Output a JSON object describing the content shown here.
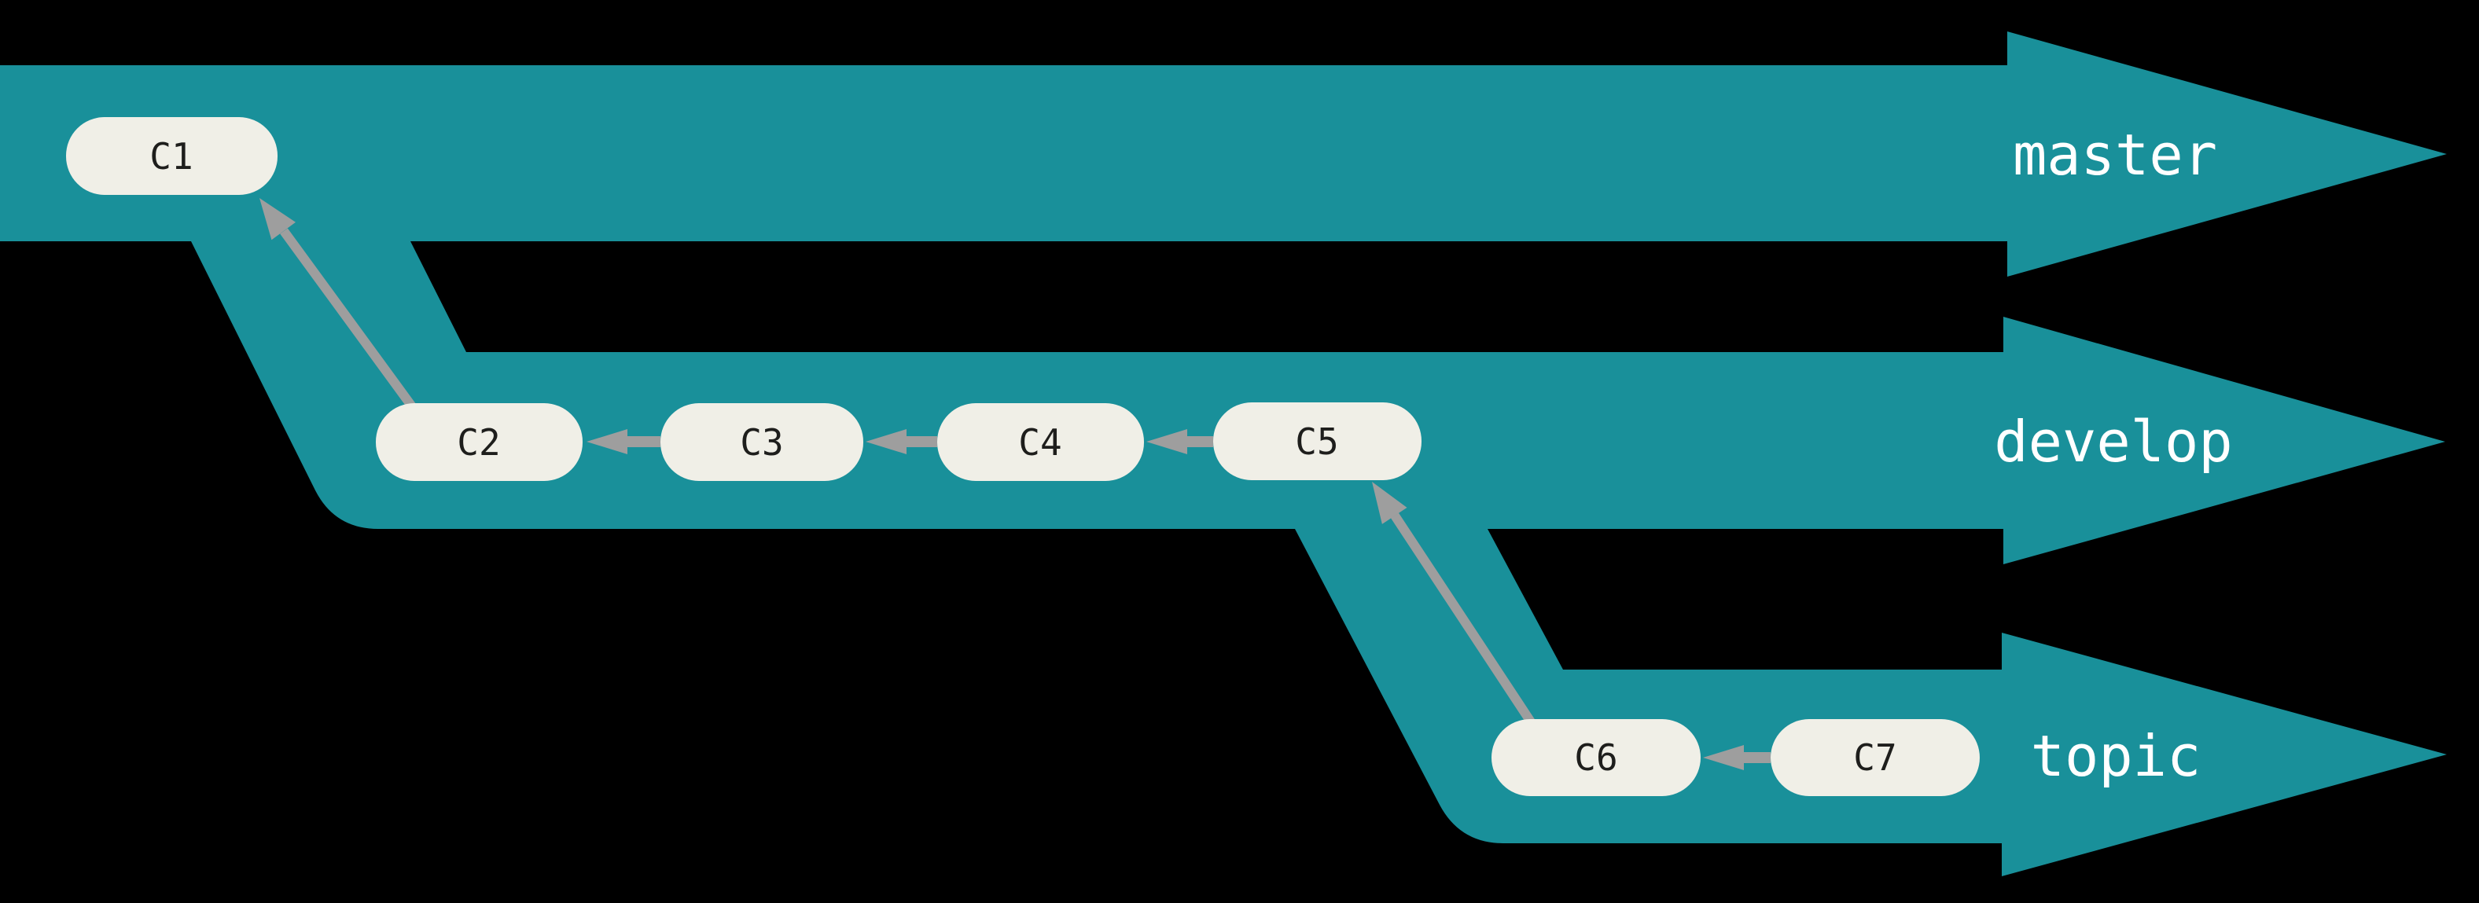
{
  "branches": [
    {
      "label": "master"
    },
    {
      "label": "develop"
    },
    {
      "label": "topic"
    }
  ],
  "commits": [
    {
      "label": "C1",
      "branch": "master"
    },
    {
      "label": "C2",
      "branch": "develop"
    },
    {
      "label": "C3",
      "branch": "develop"
    },
    {
      "label": "C4",
      "branch": "develop"
    },
    {
      "label": "C5",
      "branch": "develop"
    },
    {
      "label": "C6",
      "branch": "topic"
    },
    {
      "label": "C7",
      "branch": "topic"
    }
  ],
  "edges": [
    {
      "from": "C2",
      "to": "C1"
    },
    {
      "from": "C3",
      "to": "C2"
    },
    {
      "from": "C4",
      "to": "C3"
    },
    {
      "from": "C5",
      "to": "C4"
    },
    {
      "from": "C6",
      "to": "C5"
    },
    {
      "from": "C7",
      "to": "C6"
    }
  ],
  "colors": {
    "background": "#000000",
    "branch-teal": "#19909A",
    "commit-fill": "#F0EFE7",
    "commit-text": "#1E1E1C",
    "arrow-gray": "#9E9E9E",
    "label-text": "#FFFFFF"
  }
}
